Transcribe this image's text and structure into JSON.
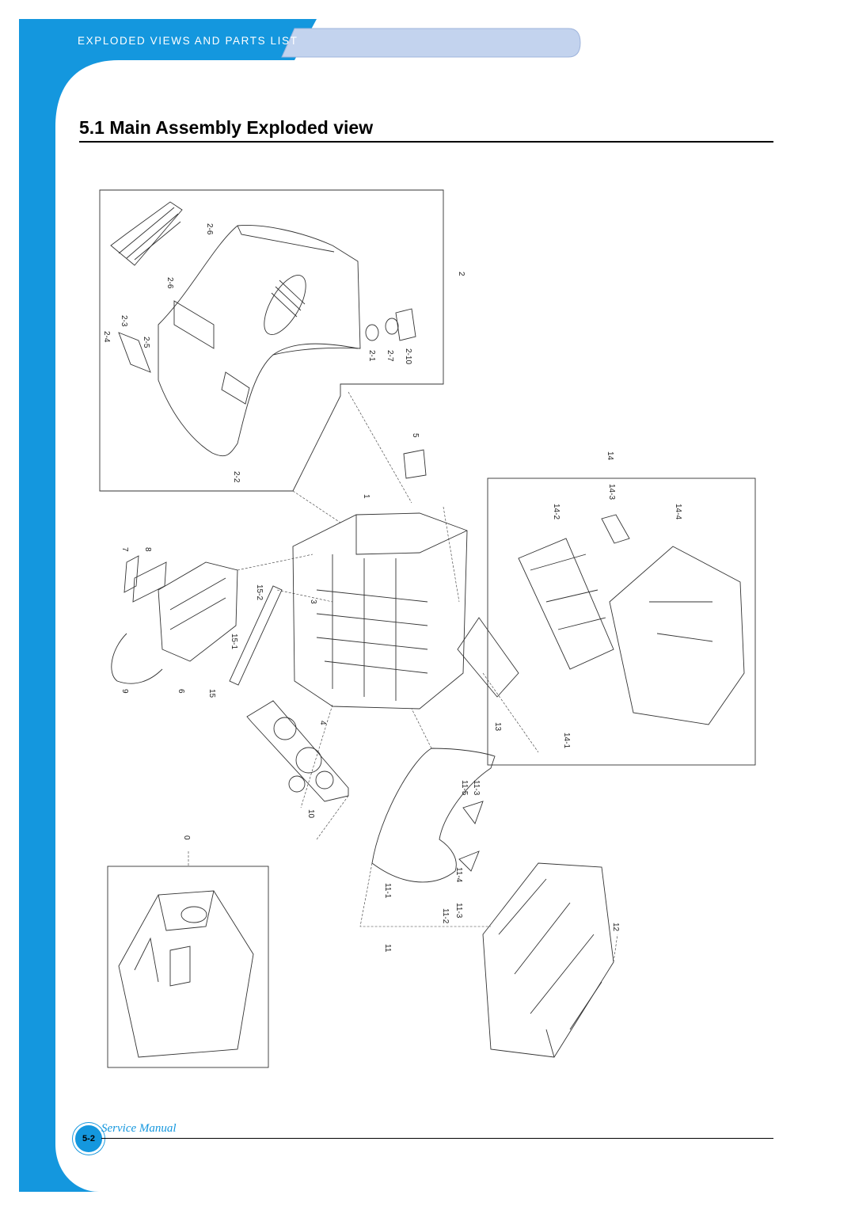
{
  "header": {
    "section_label": "EXPLODED VIEWS AND PARTS LIST",
    "colors": {
      "frame_blue": "#1497de",
      "tab_light": "#c3d3ee"
    }
  },
  "page": {
    "title": "5.1  Main Assembly Exploded view"
  },
  "diagram": {
    "callouts": [
      "2-6",
      "2-6",
      "2",
      "2-4",
      "2-3",
      "2-5",
      "2-1",
      "2-7",
      "2-10",
      "2-2",
      "5",
      "1",
      "14",
      "14-3",
      "14-2",
      "14-4",
      "7",
      "8",
      "15-2",
      "3",
      "15-1",
      "9",
      "6",
      "15",
      "4",
      "13",
      "14-1",
      "11-5",
      "11-3",
      "10",
      "0",
      "11-4",
      "11-1",
      "11-2",
      "11-3",
      "11",
      "12"
    ]
  },
  "footer": {
    "page_number": "5-2",
    "label": "Service Manual"
  }
}
